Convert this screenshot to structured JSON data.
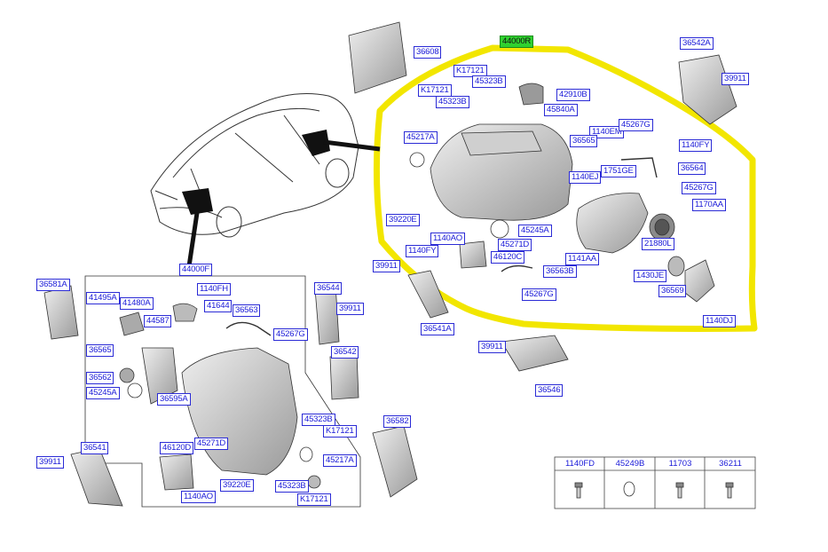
{
  "highlight_color": "#f2e600",
  "label_color": "#1a1ad8",
  "labels": {
    "main_assembly_top": "44000R",
    "main_assembly_bottom": "44000F",
    "l_36608": "36608",
    "l_36542A_top": "36542A",
    "l_39911_tr": "39911",
    "l_K17121_a": "K17121",
    "l_K17121_b": "K17121",
    "l_45323B_a": "45323B",
    "l_45323B_b": "45323B",
    "l_42910B": "42910B",
    "l_45840A": "45840A",
    "l_45217A_top": "45217A",
    "l_1140EM": "1140EM",
    "l_45267G_top": "45267G",
    "l_36565_top": "36565",
    "l_1140FY_r": "1140FY",
    "l_1751GE": "1751GE",
    "l_36564": "36564",
    "l_1140EJ": "1140EJ",
    "l_45267G_mid": "45267G",
    "l_1170AA": "1170AA",
    "l_39220E_top": "39220E",
    "l_45245A_top": "45245A",
    "l_1140AO_top": "1140AO",
    "l_45271D_top": "45271D",
    "l_1140FY_l": "1140FY",
    "l_46120C": "46120C",
    "l_1141AA": "1141AA",
    "l_21880L": "21880L",
    "l_36563B": "36563B",
    "l_1430JE": "1430JE",
    "l_45267G_low": "45267G",
    "l_36569": "36569",
    "l_1140DJ": "1140DJ",
    "l_39911_mid": "39911",
    "l_36541A": "36541A",
    "l_39911_c": "39911",
    "l_36546": "36546",
    "l_36581A": "36581A",
    "l_41495A": "41495A",
    "l_41480A": "41480A",
    "l_1140FH": "1140FH",
    "l_41644": "41644",
    "l_36563": "36563",
    "l_44587": "44587",
    "l_45267G_bot": "45267G",
    "l_36544": "36544",
    "l_39911_r2": "39911",
    "l_36542": "36542",
    "l_36565_bot": "36565",
    "l_36562": "36562",
    "l_45245A_bot": "45245A",
    "l_36595A": "36595A",
    "l_45323B_c": "45323B",
    "l_K17121_c": "K17121",
    "l_45217A_bot": "45217A",
    "l_46120D": "46120D",
    "l_45271D_bot": "45271D",
    "l_39220E_bot": "39220E",
    "l_45323B_d": "45323B",
    "l_K17121_d": "K17121",
    "l_1140AO_bot": "1140AO",
    "l_36582": "36582",
    "l_36541": "36541",
    "l_39911_bl": "39911"
  },
  "fastener_table": {
    "headers": [
      "1140FD",
      "45249B",
      "11703",
      "36211"
    ]
  }
}
